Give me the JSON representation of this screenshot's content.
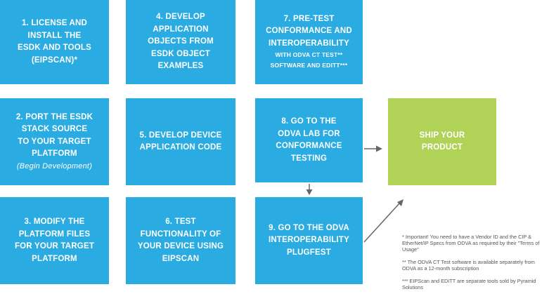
{
  "steps": [
    {
      "lines": [
        "1. LICENSE AND",
        "INSTALL THE",
        "ESDK AND TOOLS",
        "(EIPSCAN)*"
      ]
    },
    {
      "lines": [
        "2. PORT THE ESDK",
        "STACK SOURCE",
        "TO YOUR TARGET",
        "PLATFORM"
      ],
      "note": "(Begin Development)"
    },
    {
      "lines": [
        "3. MODIFY THE",
        "PLATFORM FILES",
        "FOR YOUR TARGET",
        "PLATFORM"
      ]
    },
    {
      "lines": [
        "4. DEVELOP",
        "APPLICATION",
        "OBJECTS FROM",
        "ESDK OBJECT",
        "EXAMPLES"
      ]
    },
    {
      "lines": [
        "5. DEVELOP DEVICE",
        "APPLICATION CODE"
      ]
    },
    {
      "lines": [
        "6. TEST",
        "FUNCTIONALITY OF",
        "YOUR DEVICE USING",
        "EIPSCAN"
      ]
    },
    {
      "lines": [
        "7. PRE-TEST",
        "CONFORMANCE AND",
        "INTEROPERABILITY"
      ],
      "small_lines": [
        "WITH ODVA CT TEST**",
        "SOFTWARE AND EDITT***"
      ]
    },
    {
      "lines": [
        "8. GO TO THE",
        "ODVA LAB FOR",
        "CONFORMANCE",
        "TESTING"
      ]
    },
    {
      "lines": [
        "9. GO TO THE ODVA",
        "INTEROPERABILITY",
        "PLUGFEST"
      ]
    }
  ],
  "ship": {
    "lines": [
      "SHIP YOUR",
      "PRODUCT"
    ]
  },
  "footnotes": [
    "* Important! You need to have a Vendor ID and the CIP & EtherNet/IP Specs from ODVA as required by their \"Terms of Usage\"",
    "** The ODVA CT Test software is available separately from ODVA as a 12-month subscription",
    "*** EIPScan and EDITT are separate tools sold by Pyramid Solutions"
  ],
  "colors": {
    "step_box": "#2aabe2",
    "ship_box": "#b0d256",
    "arrow": "#666666",
    "note_text": "#555555"
  }
}
